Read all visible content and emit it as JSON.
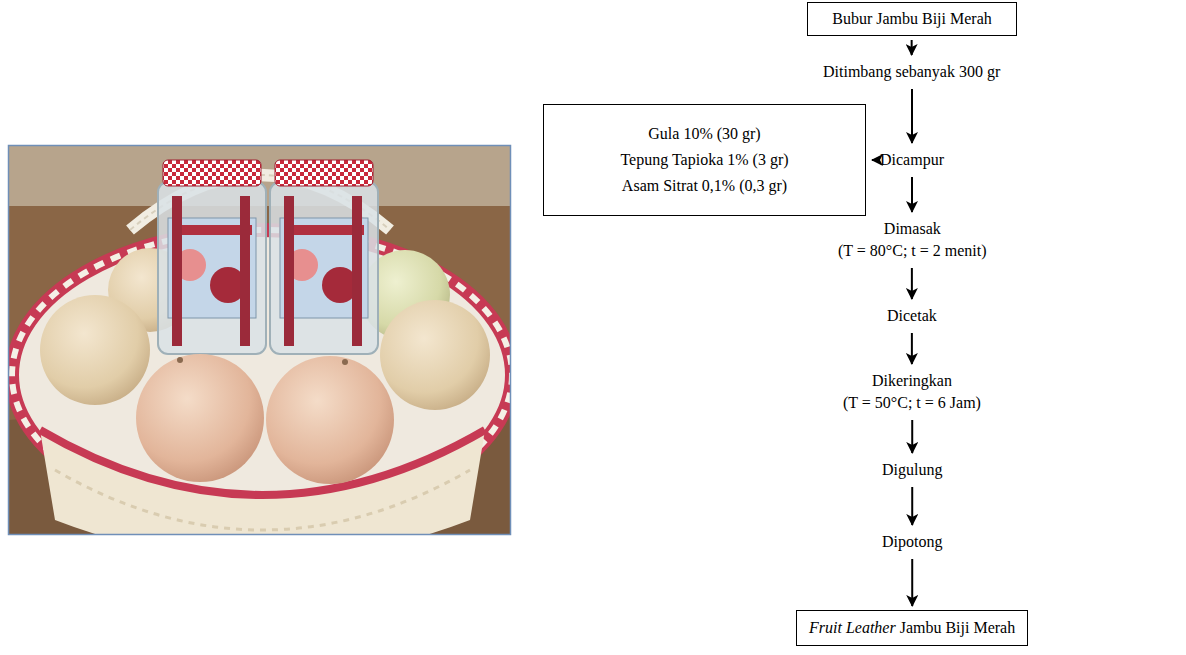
{
  "diagram": {
    "nodes": [
      {
        "text": [
          "Bubur Jambu Biji Merah"
        ]
      },
      {
        "text": [
          "Ditimbang sebanyak 300 gr"
        ]
      },
      {
        "text": [
          "Gula 10% (30 gr)",
          "Tepung Tapioka 1% (3 gr)",
          "Asam Sitrat 0,1% (0,3 gr)"
        ]
      },
      {
        "text": [
          "Dicampur"
        ]
      },
      {
        "text": [
          "Dimasak",
          "(T = 80°C; t = 2 menit)"
        ]
      },
      {
        "text": [
          "Dicetak"
        ]
      },
      {
        "text": [
          "Dikeringkan",
          "(T = 50°C; t = 6 Jam)"
        ]
      },
      {
        "text": [
          "Digulung"
        ]
      },
      {
        "text": [
          "Dipotong"
        ]
      },
      {
        "text": [
          "Fruit Leather",
          "Jambu Biji Merah"
        ]
      }
    ],
    "edges": [
      {
        "from": 0,
        "to": 1,
        "arrow": "to"
      },
      {
        "from": 1,
        "to": 3,
        "arrow": "to"
      },
      {
        "from": 2,
        "to": 3,
        "arrow": "to"
      },
      {
        "from": 3,
        "to": 4,
        "arrow": "to"
      },
      {
        "from": 4,
        "to": 5,
        "arrow": "to"
      },
      {
        "from": 5,
        "to": 6,
        "arrow": "to"
      },
      {
        "from": 6,
        "to": 7,
        "arrow": "to"
      },
      {
        "from": 7,
        "to": 8,
        "arrow": "to"
      },
      {
        "from": 8,
        "to": 9,
        "arrow": "to"
      }
    ]
  }
}
